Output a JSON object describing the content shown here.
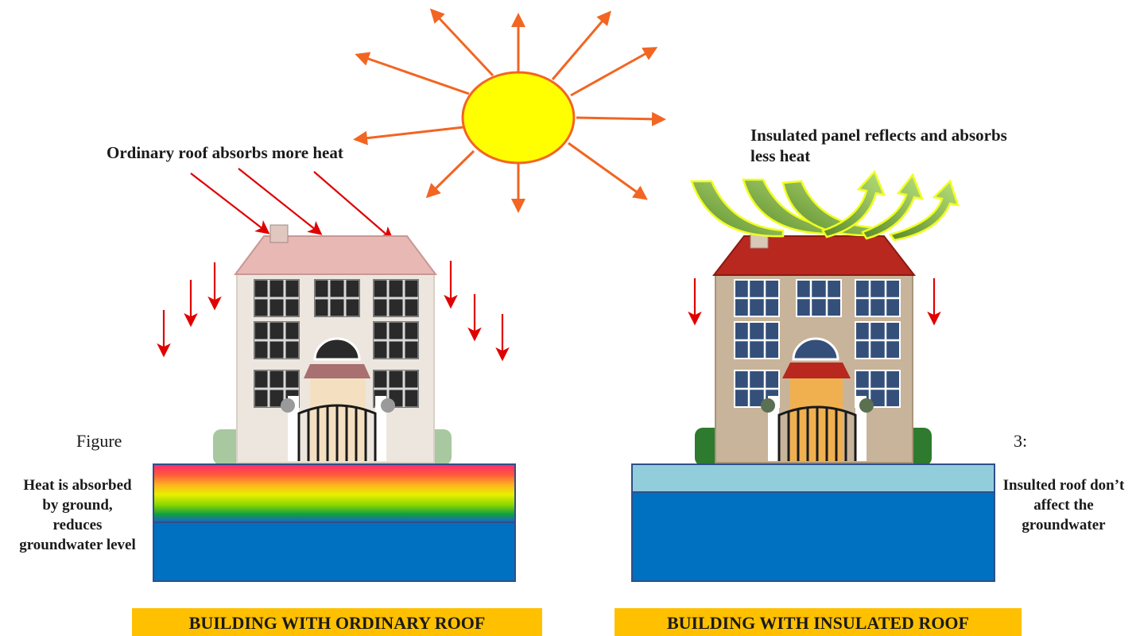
{
  "labels": {
    "ordinary_roof_absorbs": "Ordinary roof absorbs more heat",
    "insulated_reflects": "Insulated panel reflects and absorbs less heat",
    "figure_word": "Figure",
    "figure_number": "3:",
    "heat_absorbed": "Heat is absorbed by ground, reduces groundwater level",
    "insulated_no_effect": "Insulted roof don’t affect the groundwater"
  },
  "banners": {
    "ordinary": "BUILDING WITH ORDINARY ROOF",
    "insulated": "BUILDING WITH INSULATED ROOF"
  },
  "colors": {
    "sun_fill": "#ffff00",
    "sun_rays": "#f26522",
    "heat_arrows": "#e00000",
    "reflect_arrows": "#7fb13a",
    "groundwater": "#0070c0",
    "insulated_layer": "#92cddc",
    "banner": "#ffc000"
  }
}
